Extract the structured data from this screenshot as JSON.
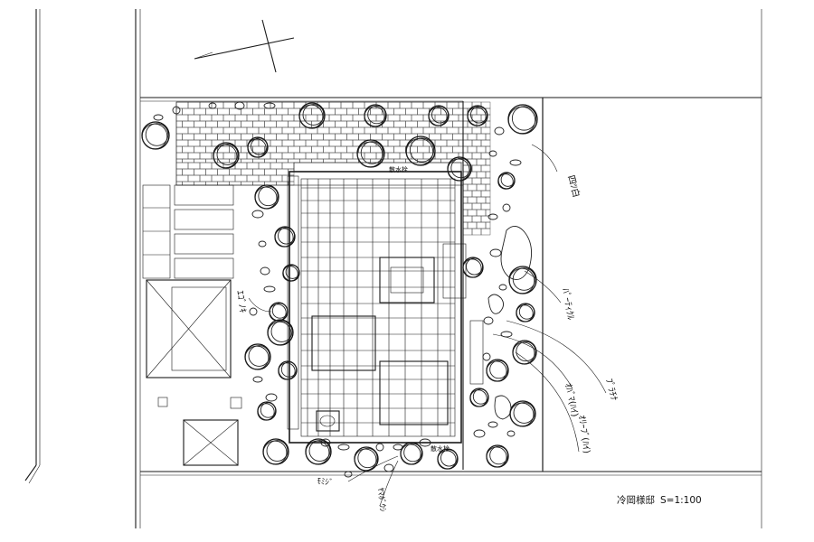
{
  "title_block": {
    "project": "冷岡様邸",
    "scale": "S=1:100"
  },
  "labels": {
    "anno_right_top": "四ﾂ白",
    "anno_right_mid": "ﾊﾟｰﾃｨｸﾙ",
    "anno_right_low": "ｵﾊﾞﾏ(ﾊｲ)",
    "anno_right_long": "ｵﾘｰﾌﾞ(ﾊｲ)",
    "anno_right_diag": "ﾌﾟﾗﾁﾅ",
    "anno_left_vertical": "ｴｺﾞﾉｷ",
    "anno_bottom_1": "ﾓﾐｼﾞ",
    "anno_bottom_2": "ﾔﾏﾎﾞｳｼ",
    "house_top_label": "散水栓",
    "house_bottom_label": "散水栓"
  }
}
